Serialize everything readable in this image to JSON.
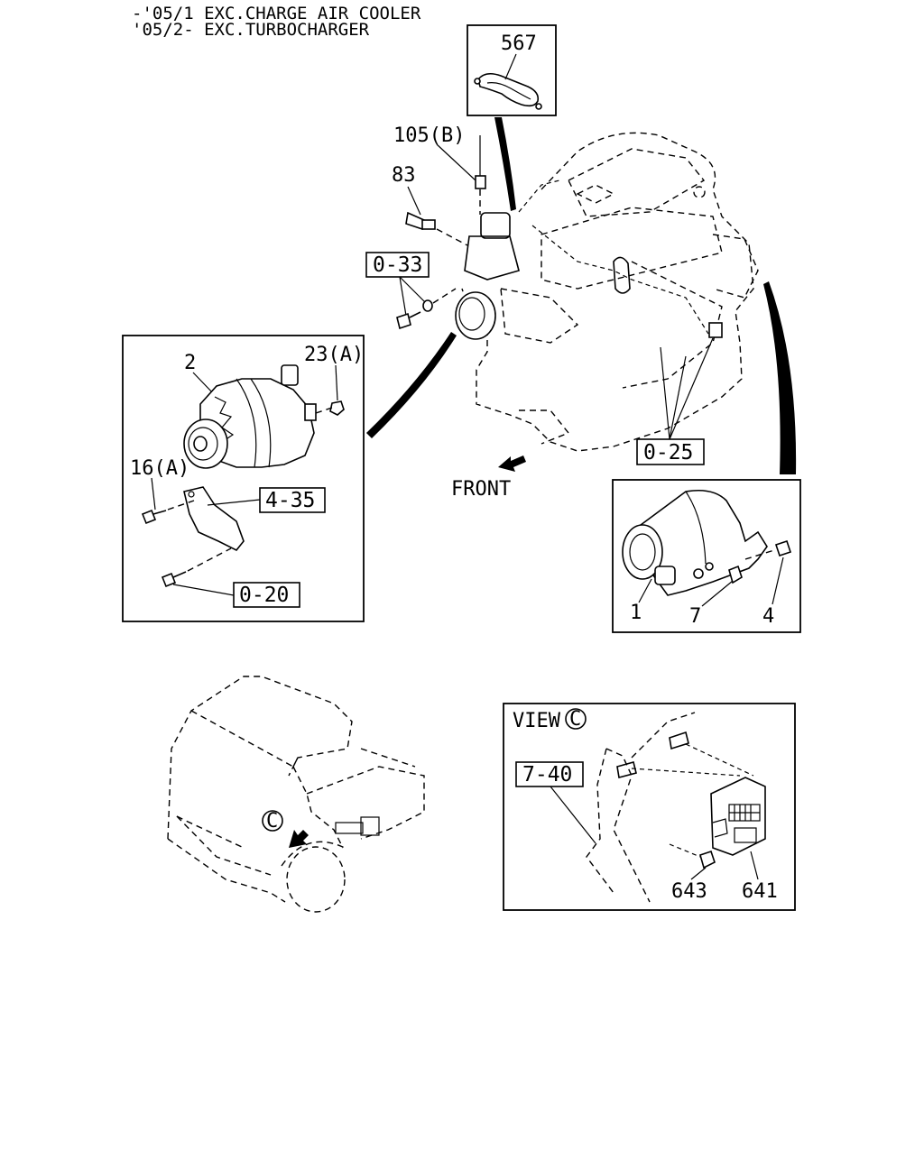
{
  "header": {
    "line1": "-'05/1 EXC.CHARGE AIR COOLER",
    "line2": "'05/2- EXC.TURBOCHARGER"
  },
  "callouts": {
    "c567": "567",
    "c105b": "105(B)",
    "c83": "83",
    "c2": "2",
    "c23a": "23(A)",
    "c16a": "16(A)",
    "c1": "1",
    "c7": "7",
    "c4": "4",
    "c643": "643",
    "c641": "641"
  },
  "references": {
    "r033": "0-33",
    "r025": "0-25",
    "r435": "4-35",
    "r020": "0-20",
    "r740": "7-40"
  },
  "labels": {
    "front": "FRONT",
    "view": "VIEW",
    "view_mark": "C",
    "truck_mark": "C"
  }
}
